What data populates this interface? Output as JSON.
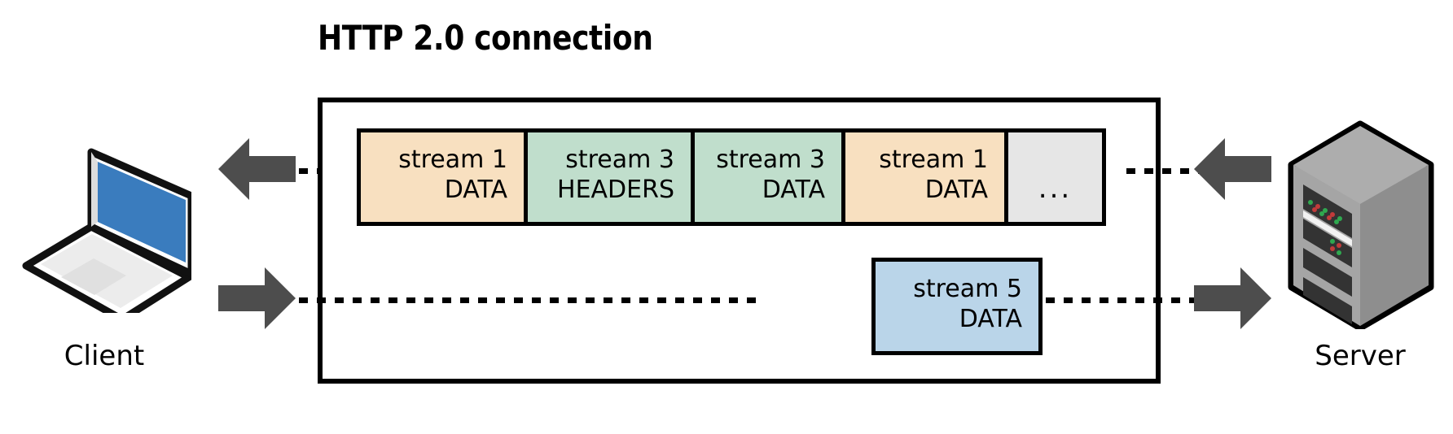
{
  "diagram": {
    "title": "HTTP 2.0 connection",
    "type": "http2-multiplexing-diagram",
    "colors": {
      "peach": "#F8E0C0",
      "green": "#C0DECC",
      "blue": "#BAD5E9",
      "grey": "#E6E6E6",
      "arrow": "#4D4D4D",
      "outline": "#000000",
      "laptop_screen": "#3A7CBE",
      "server_body": "#9B9B9B"
    }
  },
  "endpoints": {
    "client": {
      "label": "Client",
      "icon": "laptop-icon"
    },
    "server": {
      "label": "Server",
      "icon": "server-tower-icon"
    }
  },
  "arrows": {
    "downstream_left": {
      "name": "arrow-left-to-client",
      "direction": "left"
    },
    "upstream_left": {
      "name": "arrow-right-from-client",
      "direction": "right"
    },
    "downstream_right": {
      "name": "arrow-left-from-server",
      "direction": "left"
    },
    "upstream_right": {
      "name": "arrow-right-to-server",
      "direction": "right"
    }
  },
  "streams": {
    "downstream": {
      "name": "server-to-client-frames",
      "frames": [
        {
          "stream": "stream 1",
          "frame_type": "DATA",
          "color": "peach",
          "width_class": "w-s1a"
        },
        {
          "stream": "stream 3",
          "frame_type": "HEADERS",
          "color": "green",
          "width_class": "w-s3h"
        },
        {
          "stream": "stream 3",
          "frame_type": "DATA",
          "color": "green",
          "width_class": "w-s3d"
        },
        {
          "stream": "stream 1",
          "frame_type": "DATA",
          "color": "peach",
          "width_class": "w-s1b"
        },
        {
          "stream": "",
          "frame_type": "...",
          "color": "grey",
          "width_class": "w-dots"
        }
      ]
    },
    "upstream": {
      "name": "client-to-server-frames",
      "frames": [
        {
          "stream": "stream 5",
          "frame_type": "DATA",
          "color": "blue",
          "width_class": "w-s5"
        }
      ]
    }
  }
}
